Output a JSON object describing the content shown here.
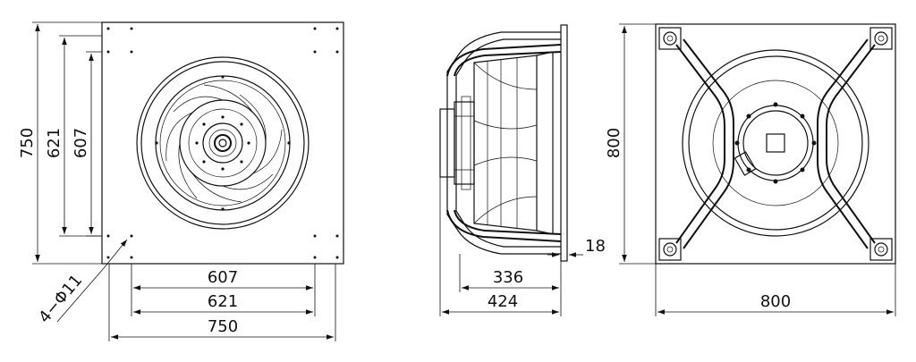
{
  "front_view": {
    "dims": {
      "height_total": "750",
      "height_mid": "621",
      "height_inner": "607",
      "width_inner": "607",
      "width_mid": "621",
      "width_total": "750",
      "holes": "4−Φ11"
    }
  },
  "side_view": {
    "dims": {
      "depth_body": "336",
      "depth_total": "424",
      "flange": "18"
    }
  },
  "rear_view": {
    "dims": {
      "height": "800",
      "width": "800"
    }
  }
}
